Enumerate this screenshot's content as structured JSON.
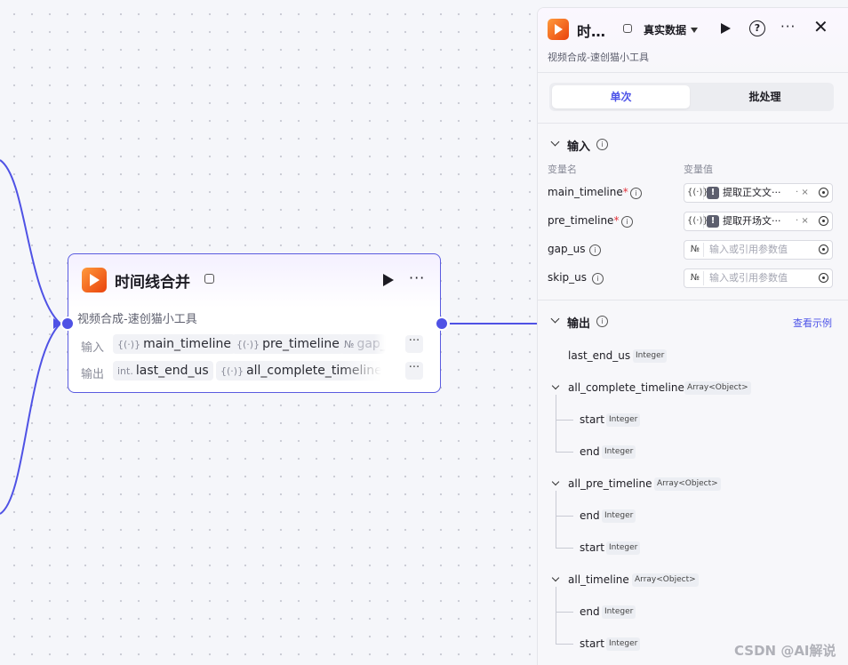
{
  "node": {
    "title": "时间线合并",
    "subtitle": "视频合成-速创猫小工具",
    "input_label": "输入",
    "output_label": "输出",
    "inputs": [
      {
        "type_icon": "{(·)}",
        "name": "main_timeline"
      },
      {
        "type_icon": "{(·)}",
        "name": "pre_timeline"
      },
      {
        "type_icon": "№",
        "name": "gap_us"
      }
    ],
    "outputs": [
      {
        "type_icon": "int.",
        "name": "last_end_us"
      },
      {
        "type_icon": "{(·)}",
        "name": "all_complete_timeline"
      }
    ],
    "more_label": "···"
  },
  "panel": {
    "title": "时…",
    "mode": "真实数据",
    "subtitle": "视频合成-速创猫小工具",
    "tabs": [
      {
        "label": "单次",
        "active": true
      },
      {
        "label": "批处理",
        "active": false
      }
    ],
    "input_section": {
      "title": "输入",
      "col_name": "变量名",
      "col_value": "变量值",
      "params": [
        {
          "name": "main_timeline",
          "required": true,
          "type_icon": "{(·)}",
          "value": "提取正文文···",
          "placeholder": ""
        },
        {
          "name": "pre_timeline",
          "required": true,
          "type_icon": "{(·)}",
          "value": "提取开场文···",
          "placeholder": ""
        },
        {
          "name": "gap_us",
          "required": false,
          "type_icon": "№",
          "value": "",
          "placeholder": "输入或引用参数值"
        },
        {
          "name": "skip_us",
          "required": false,
          "type_icon": "№",
          "value": "",
          "placeholder": "输入或引用参数值"
        }
      ]
    },
    "output_section": {
      "title": "输出",
      "example_link": "查看示例",
      "items": [
        {
          "name": "last_end_us",
          "type": "Integer"
        },
        {
          "name": "all_complete_timeline",
          "type": "Array<Object>",
          "children": [
            {
              "name": "start",
              "type": "Integer"
            },
            {
              "name": "end",
              "type": "Integer"
            }
          ]
        },
        {
          "name": "all_pre_timeline",
          "type": "Array<Object>",
          "children": [
            {
              "name": "end",
              "type": "Integer"
            },
            {
              "name": "start",
              "type": "Integer"
            }
          ]
        },
        {
          "name": "all_timeline",
          "type": "Array<Object>",
          "children": [
            {
              "name": "end",
              "type": "Integer"
            },
            {
              "name": "start",
              "type": "Integer"
            }
          ]
        }
      ]
    }
  },
  "watermark": "CSDN @AI解说",
  "colors": {
    "accent": "#4d53e8",
    "edge": "#4f52e5",
    "node_border": "#5a5be0",
    "icon_orange": "#e9420c"
  }
}
